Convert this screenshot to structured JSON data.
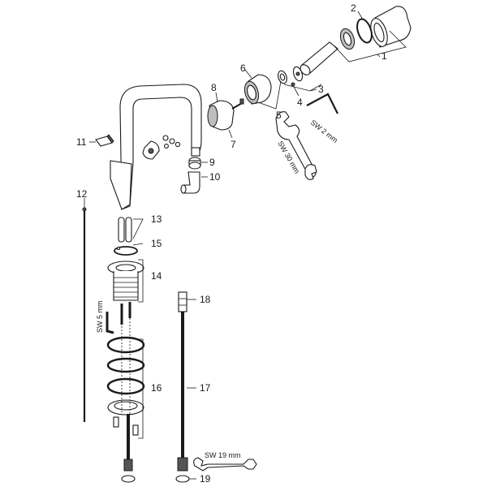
{
  "callouts": {
    "p1": "1",
    "p2": "2",
    "p3": "3",
    "p4": "4",
    "p5": "5",
    "p6": "6",
    "p7": "7",
    "p8": "8",
    "p9": "9",
    "p10": "10",
    "p11": "11",
    "p12": "12",
    "p13": "13",
    "p14": "14",
    "p15": "15",
    "p16": "16",
    "p17": "17",
    "p18": "18",
    "p19": "19"
  },
  "tools": {
    "hex_key_small": "SW 2 mm",
    "wrench_large": "SW 30 mm",
    "hex_key_large": "SW 5 mm",
    "wrench_bottom": "SW 19 mm"
  }
}
